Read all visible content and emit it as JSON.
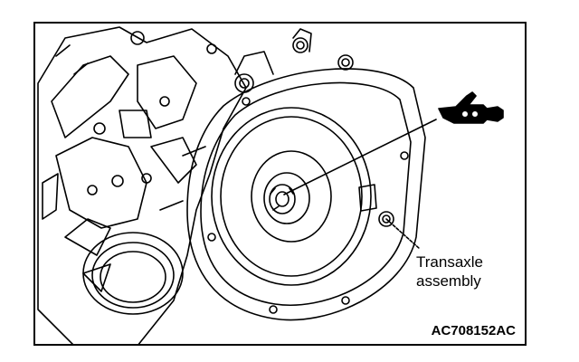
{
  "figure": {
    "callout_label_line1": "Transaxle",
    "callout_label_line2": "assembly",
    "figure_code": "AC708152AC",
    "icons": [
      "grease-gun-icon"
    ],
    "colors": {
      "line": "#000000",
      "background": "#ffffff"
    }
  }
}
